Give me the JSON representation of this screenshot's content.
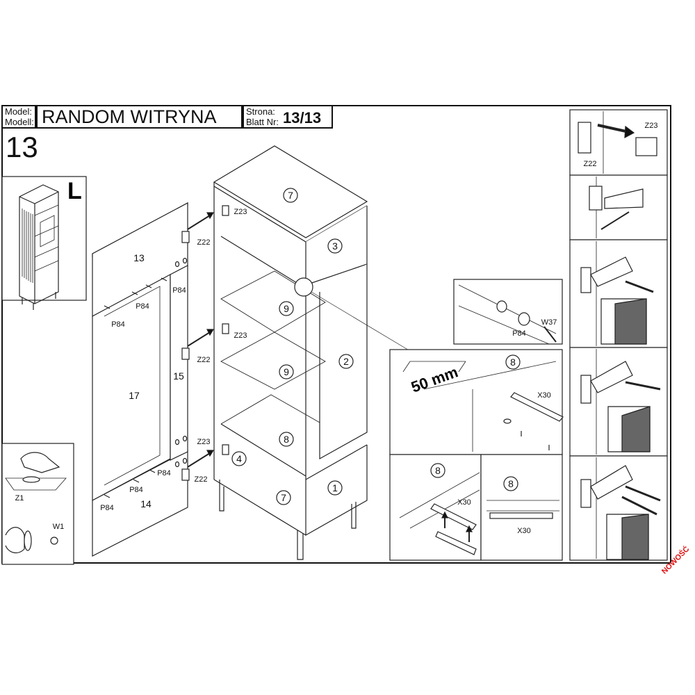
{
  "header": {
    "model_label_1": "Model:",
    "model_label_2": "Modell:",
    "model_name": "RANDOM WITRYNA",
    "page_label_1": "Strona:",
    "page_label_2": "Blatt Nr:",
    "page_number": "13/13"
  },
  "step_number": "13",
  "side_marker": "L",
  "stamp": "NOWOŚĆ",
  "part_numbers": {
    "p7_top": "7",
    "p3": "3",
    "p9_a": "9",
    "p9_b": "9",
    "p2": "2",
    "p8": "8",
    "p4": "4",
    "p1": "1",
    "p7_bottom": "7",
    "p13": "13",
    "p17": "17",
    "p15": "15",
    "p14": "14",
    "p8_d1": "8",
    "p8_d2": "8",
    "p8_d3": "8"
  },
  "fittings": {
    "z23": "Z23",
    "z22": "Z22",
    "p84": "P84",
    "w37": "W37",
    "x30": "X30",
    "z1": "Z1",
    "w1": "W1"
  },
  "dimension": "50 mm"
}
